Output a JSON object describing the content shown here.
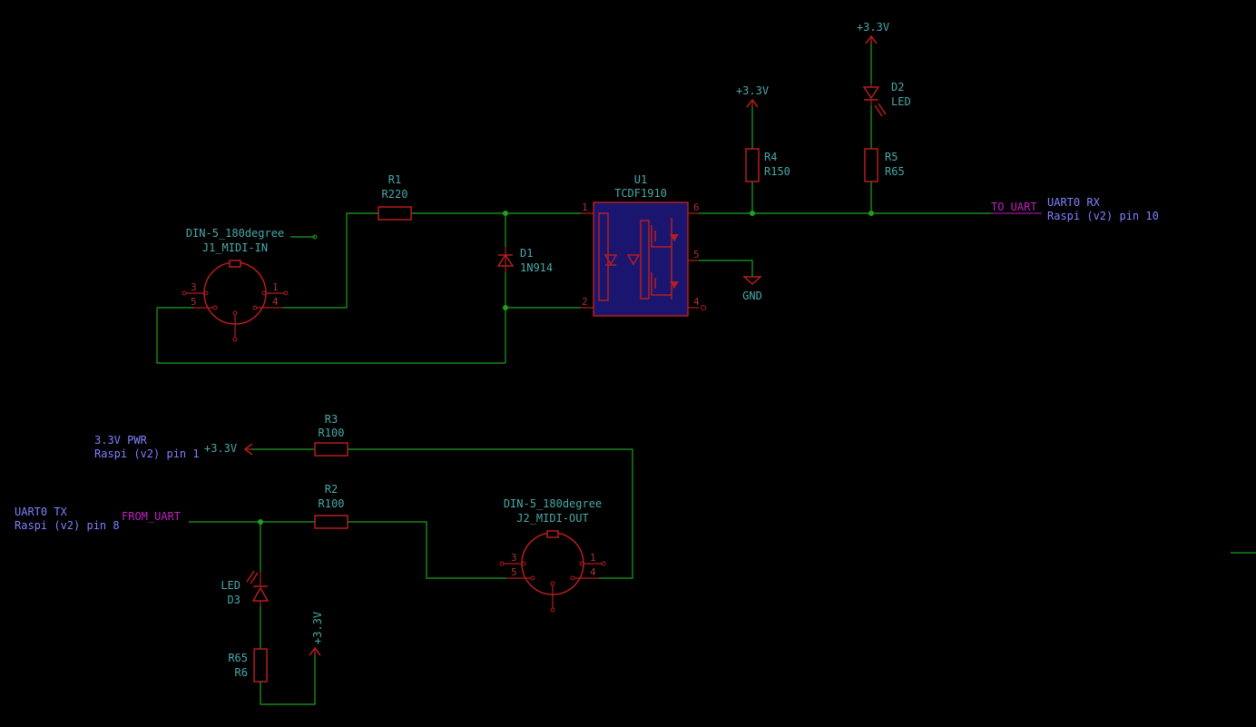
{
  "colors": {
    "background": "#000000",
    "wire": "#1fa01f",
    "component": "#b41e1e",
    "reference_text": "#48a8a8",
    "global_label": "#c020c0",
    "note_text": "#8080ff",
    "ic_fill": "#1a1670"
  },
  "components": {
    "r1": {
      "ref": "R1",
      "value": "R220"
    },
    "r2": {
      "ref": "R2",
      "value": "R100"
    },
    "r3": {
      "ref": "R3",
      "value": "R100"
    },
    "r4": {
      "ref": "R4",
      "value": "R150"
    },
    "r5": {
      "ref": "R5",
      "value": "R65"
    },
    "r6": {
      "ref": "R6",
      "value": "R65"
    },
    "d1": {
      "ref": "D1",
      "value": "1N914"
    },
    "d2": {
      "ref": "D2",
      "value": "LED"
    },
    "d3": {
      "ref": "D3",
      "value": "LED"
    },
    "u1": {
      "ref": "U1",
      "value": "TCDF1910",
      "pins": [
        "1",
        "2",
        "4",
        "5",
        "6"
      ]
    },
    "j1": {
      "ref": "J1_MIDI-IN",
      "value": "DIN-5_180degree",
      "pins": [
        "3",
        "1",
        "5",
        "4"
      ]
    },
    "j2": {
      "ref": "J2_MIDI-OUT",
      "value": "DIN-5_180degree",
      "pins": [
        "3",
        "1",
        "5",
        "4"
      ]
    }
  },
  "power": {
    "p33_top": "+3.3V",
    "p33_r4": "+3.3V",
    "p33_left": "+3.3V",
    "p33_bottom": "+3.3V",
    "gnd": "GND"
  },
  "labels": {
    "to_uart": "TO_UART",
    "from_uart": "FROM_UART"
  },
  "notes": {
    "rx_line1": "UART0 RX",
    "rx_line2": "Raspi (v2) pin 10",
    "pwr_line1": "3.3V PWR",
    "pwr_line2": "Raspi (v2) pin 1",
    "tx_line1": "UART0 TX",
    "tx_line2": "Raspi (v2) pin 8"
  }
}
